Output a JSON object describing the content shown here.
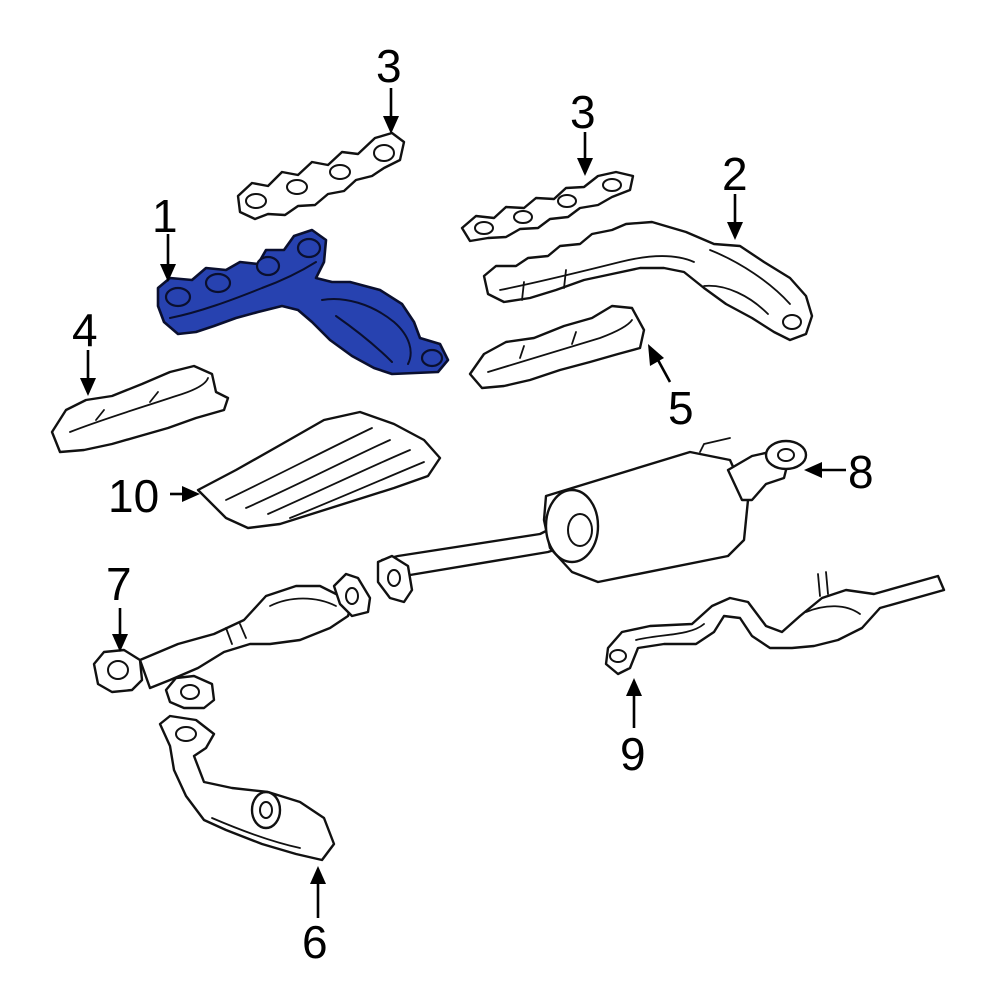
{
  "colors": {
    "highlight": "#2742b0",
    "line": "#111111",
    "background": "#ffffff"
  },
  "callouts": [
    {
      "id": "c1",
      "text": "1"
    },
    {
      "id": "c2",
      "text": "2"
    },
    {
      "id": "c3a",
      "text": "3"
    },
    {
      "id": "c3b",
      "text": "3"
    },
    {
      "id": "c4",
      "text": "4"
    },
    {
      "id": "c5",
      "text": "5"
    },
    {
      "id": "c6",
      "text": "6"
    },
    {
      "id": "c7",
      "text": "7"
    },
    {
      "id": "c8",
      "text": "8"
    },
    {
      "id": "c9",
      "text": "9"
    },
    {
      "id": "c10",
      "text": "10"
    }
  ],
  "highlighted_callout": "1"
}
